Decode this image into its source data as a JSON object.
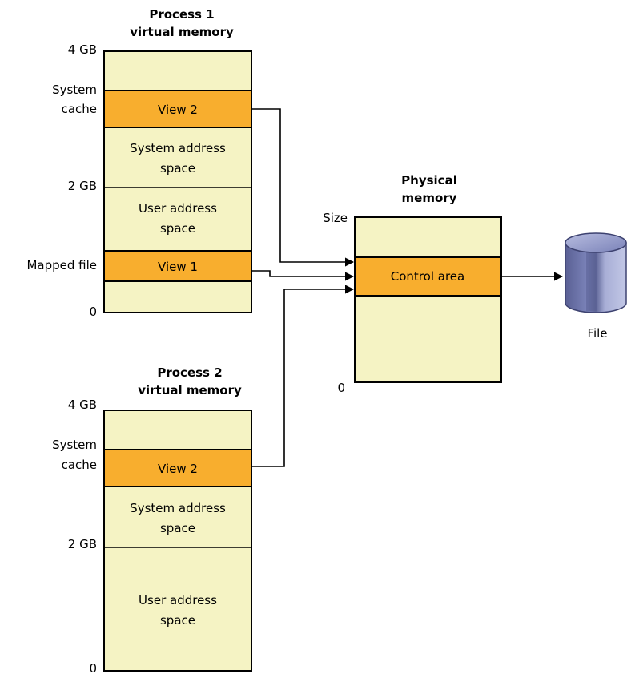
{
  "process1": {
    "title_line1": "Process 1",
    "title_line2": "virtual memory",
    "label_4gb": "4 GB",
    "label_system_line1": "System",
    "label_system_line2": "cache",
    "label_2gb": "2 GB",
    "label_mapped_file": "Mapped file",
    "label_zero": "0",
    "view2": "View 2",
    "system_space_line1": "System address",
    "system_space_line2": "space",
    "user_space_line1": "User address",
    "user_space_line2": "space",
    "view1": "View 1"
  },
  "process2": {
    "title_line1": "Process 2",
    "title_line2": "virtual memory",
    "label_4gb": "4 GB",
    "label_system_line1": "System",
    "label_system_line2": "cache",
    "label_2gb": "2 GB",
    "label_zero": "0",
    "view2": "View 2",
    "system_space_line1": "System address",
    "system_space_line2": "space",
    "user_space_line1": "User address",
    "user_space_line2": "space"
  },
  "physical": {
    "title_line1": "Physical",
    "title_line2": "memory",
    "label_size": "Size",
    "label_zero": "0",
    "control_area": "Control area"
  },
  "file": {
    "label": "File"
  },
  "colors": {
    "memory_fill": "#f5f3c4",
    "view_fill": "#f8ae2e",
    "file_icon": "#8e96c4"
  }
}
